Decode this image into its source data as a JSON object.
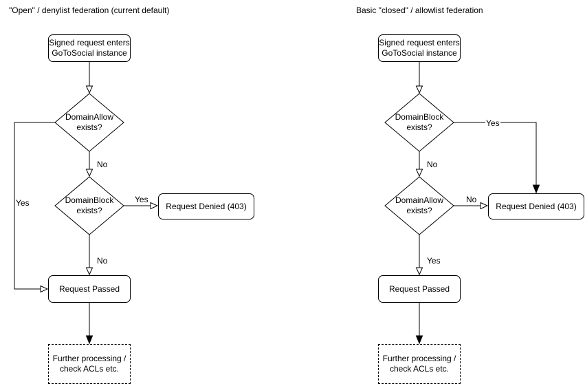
{
  "colors": {
    "stroke": "#000000",
    "text": "#000000",
    "background": "#ffffff"
  },
  "left": {
    "title": "\"Open\" / denylist federation (current default)",
    "nodes": {
      "start": {
        "line1": "Signed request enters",
        "line2": "GoToSocial instance"
      },
      "decision1": {
        "line1": "DomainAllow",
        "line2": "exists?"
      },
      "decision2": {
        "line1": "DomainBlock",
        "line2": "exists?"
      },
      "denied": {
        "label": "Request Denied (403)"
      },
      "passed": {
        "label": "Request Passed"
      },
      "further": {
        "line1": "Further processing /",
        "line2": "check ACLs etc."
      }
    },
    "edges": {
      "d1_yes": "Yes",
      "d1_no": "No",
      "d2_yes": "Yes",
      "d2_no": "No"
    }
  },
  "right": {
    "title": "Basic \"closed\" / allowlist federation",
    "nodes": {
      "start": {
        "line1": "Signed request enters",
        "line2": "GoToSocial instance"
      },
      "decision1": {
        "line1": "DomainBlock",
        "line2": "exists?"
      },
      "decision2": {
        "line1": "DomainAllow",
        "line2": "exists?"
      },
      "denied": {
        "label": "Request Denied (403)"
      },
      "passed": {
        "label": "Request Passed"
      },
      "further": {
        "line1": "Further processing /",
        "line2": "check ACLs etc."
      }
    },
    "edges": {
      "d1_yes": "Yes",
      "d1_no": "No",
      "d2_no": "No",
      "d2_yes": "Yes"
    }
  }
}
